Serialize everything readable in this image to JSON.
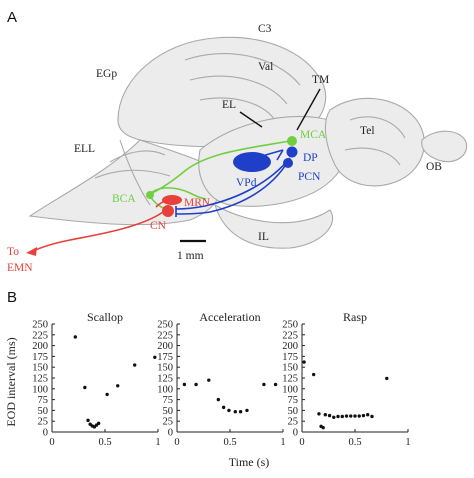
{
  "panels": {
    "a": "A",
    "b": "B"
  },
  "brain_labels": {
    "c3": "C3",
    "val": "Val",
    "egp": "EGp",
    "tm": "TM",
    "el": "EL",
    "ell": "ELL",
    "tel": "Tel",
    "ob": "OB",
    "il": "IL",
    "mca": "MCA",
    "dp": "DP",
    "vpd": "VPd",
    "pcn": "PCN",
    "bca": "BCA",
    "mrn": "MRN",
    "cn": "CN",
    "to": "To",
    "emn": "EMN",
    "scale": "1 mm"
  },
  "colors": {
    "green": "#6fcf3f",
    "blue": "#1f3fc8",
    "red": "#e8403a",
    "brain_outline": "#a9a9a9",
    "brain_fill": "#ececec"
  },
  "chart_data": [
    {
      "type": "scatter",
      "title": "Scallop",
      "ylabel": "EOD interval (ms)",
      "xlim": [
        0,
        1
      ],
      "ylim": [
        0,
        250
      ],
      "xticks": [
        "0",
        "0.5",
        "1"
      ],
      "yticks": [
        "0",
        "25",
        "50",
        "75",
        "100",
        "125",
        "150",
        "175",
        "200",
        "225",
        "250"
      ],
      "x": [
        0.22,
        0.31,
        0.34,
        0.36,
        0.38,
        0.4,
        0.42,
        0.44,
        0.52,
        0.62,
        0.78,
        0.97
      ],
      "y": [
        220,
        103,
        27,
        18,
        14,
        12,
        16,
        20,
        87,
        107,
        155,
        173
      ]
    },
    {
      "type": "scatter",
      "title": "Acceleration",
      "xlim": [
        0,
        1
      ],
      "ylim": [
        0,
        250
      ],
      "x": [
        0.07,
        0.18,
        0.3,
        0.39,
        0.44,
        0.49,
        0.55,
        0.6,
        0.66,
        0.82,
        0.93
      ],
      "y": [
        110,
        110,
        120,
        75,
        57,
        50,
        47,
        47,
        50,
        110,
        110
      ]
    },
    {
      "type": "scatter",
      "title": "Rasp",
      "xlim": [
        0,
        1
      ],
      "ylim": [
        0,
        250
      ],
      "x": [
        0.02,
        0.11,
        0.16,
        0.18,
        0.2,
        0.22,
        0.26,
        0.3,
        0.34,
        0.38,
        0.42,
        0.46,
        0.5,
        0.54,
        0.58,
        0.62,
        0.66,
        0.8
      ],
      "y": [
        162,
        133,
        42,
        13,
        10,
        40,
        38,
        34,
        36,
        36,
        37,
        37,
        37,
        37,
        38,
        40,
        36,
        124
      ]
    }
  ],
  "shared_xlabel": "Time (s)"
}
